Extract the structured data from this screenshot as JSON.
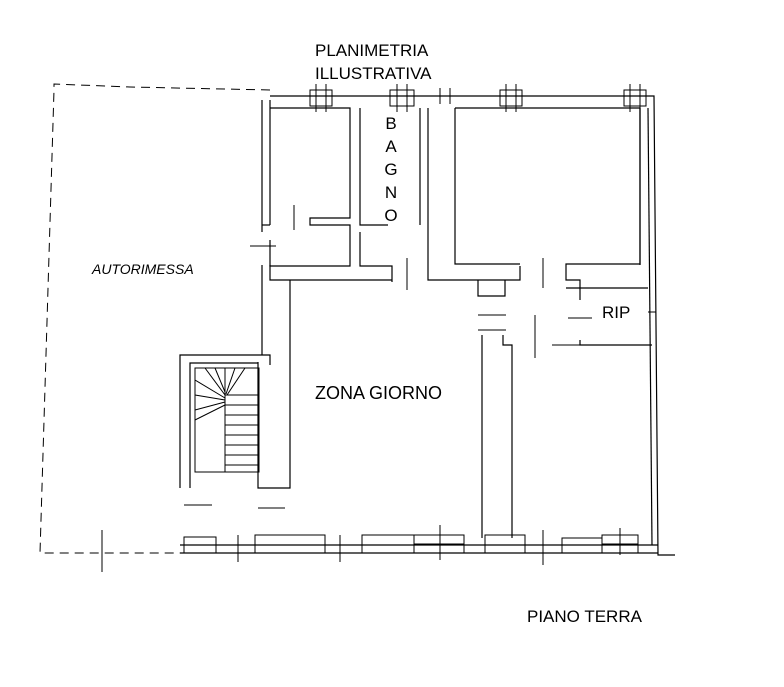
{
  "plan": {
    "title_line1": "PLANIMETRIA",
    "title_line2": "ILLUSTRATIVA",
    "rooms": {
      "bagno": "BAGNO",
      "autorimessa": "AUTORIMESSA",
      "rip": "RIP",
      "zona_giorno": "ZONA GIORNO"
    },
    "floor": "PIANO TERRA"
  }
}
